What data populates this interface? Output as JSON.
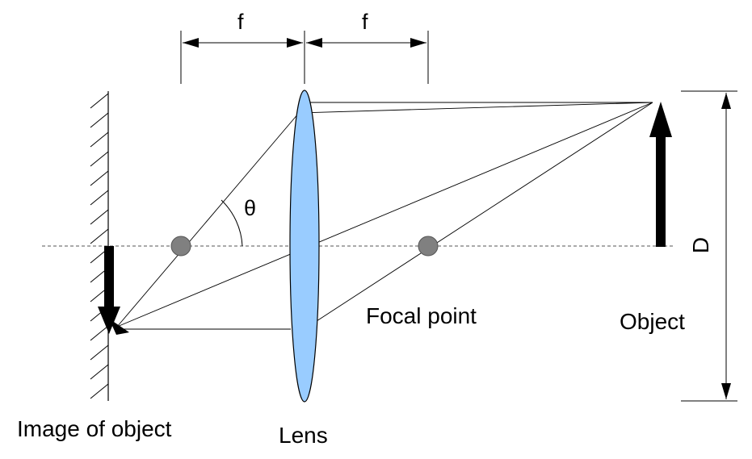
{
  "labels": {
    "f_left": "f",
    "f_right": "f",
    "theta": "θ",
    "focal_point": "Focal point",
    "object": "Object",
    "d": "D",
    "image_of_object": "Image of object",
    "lens": "Lens"
  },
  "colors": {
    "lens_fill": "#99ccff",
    "lens_stroke": "#000000",
    "focal_dot": "#808080",
    "ray": "#000000",
    "arrow": "#000000"
  }
}
